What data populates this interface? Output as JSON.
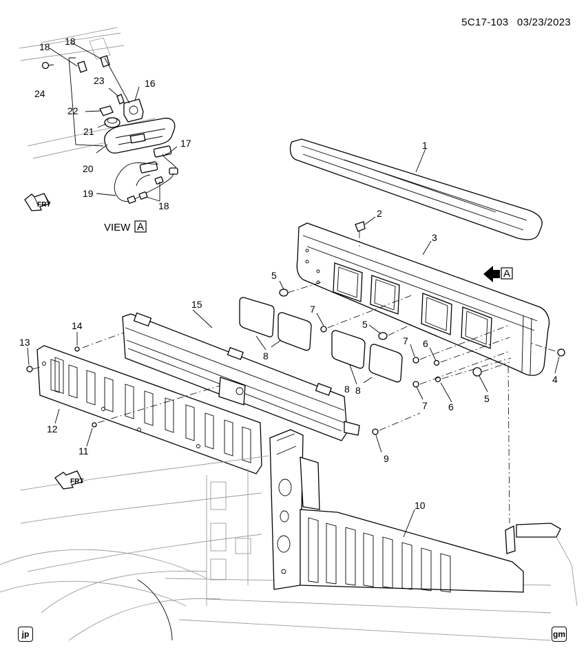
{
  "header": {
    "code": "5C17-103",
    "date": "03/23/2023"
  },
  "view": {
    "prefix": "VIEW",
    "letter": "A"
  },
  "view_marker": {
    "letter": "A"
  },
  "frt_label": "FRT",
  "corner_marks": {
    "left": "jp",
    "right": "gm"
  },
  "callouts": [
    "1",
    "2",
    "3",
    "4",
    "5",
    "5",
    "5",
    "6",
    "6",
    "7",
    "7",
    "7",
    "8",
    "8",
    "8",
    "9",
    "10",
    "11",
    "12",
    "13",
    "14",
    "15",
    "16",
    "17",
    "18",
    "18",
    "18",
    "19",
    "20",
    "21",
    "22",
    "23",
    "24"
  ]
}
